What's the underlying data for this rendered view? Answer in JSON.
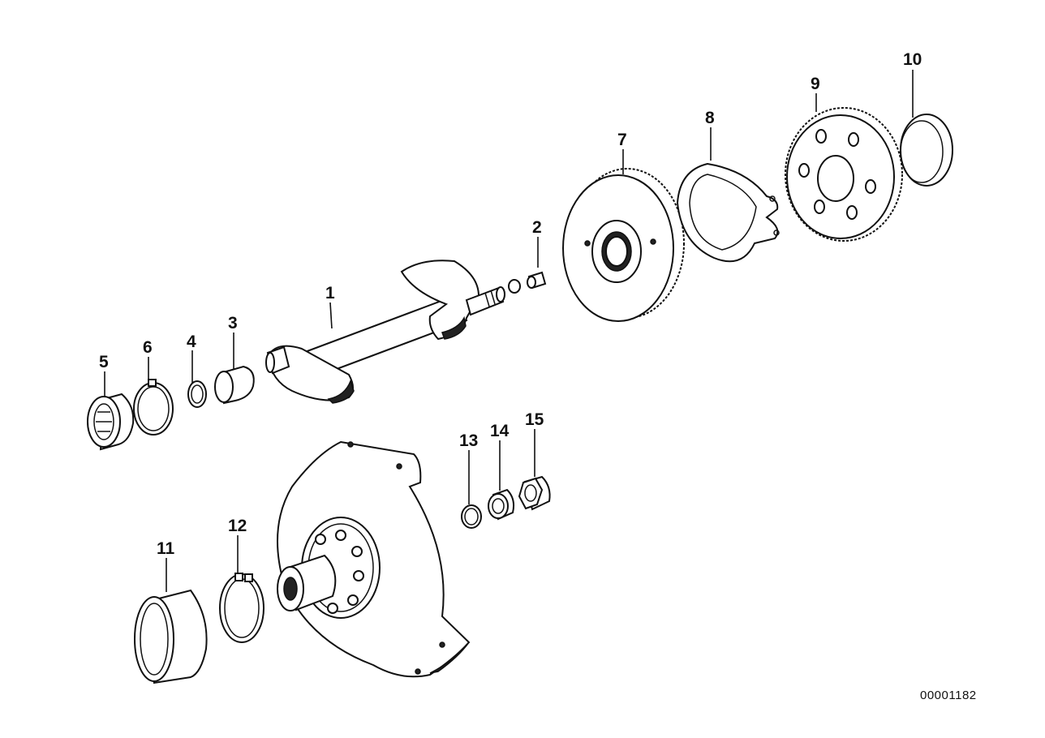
{
  "callouts": [
    {
      "id": "1",
      "text": "1"
    },
    {
      "id": "2",
      "text": "2"
    },
    {
      "id": "3",
      "text": "3"
    },
    {
      "id": "4",
      "text": "4"
    },
    {
      "id": "5",
      "text": "5"
    },
    {
      "id": "6",
      "text": "6"
    },
    {
      "id": "7",
      "text": "7"
    },
    {
      "id": "8",
      "text": "8"
    },
    {
      "id": "9",
      "text": "9"
    },
    {
      "id": "10",
      "text": "10"
    },
    {
      "id": "11",
      "text": "11"
    },
    {
      "id": "12",
      "text": "12"
    },
    {
      "id": "13",
      "text": "13"
    },
    {
      "id": "14",
      "text": "14"
    },
    {
      "id": "15",
      "text": "15"
    }
  ],
  "document_number": "00001182"
}
